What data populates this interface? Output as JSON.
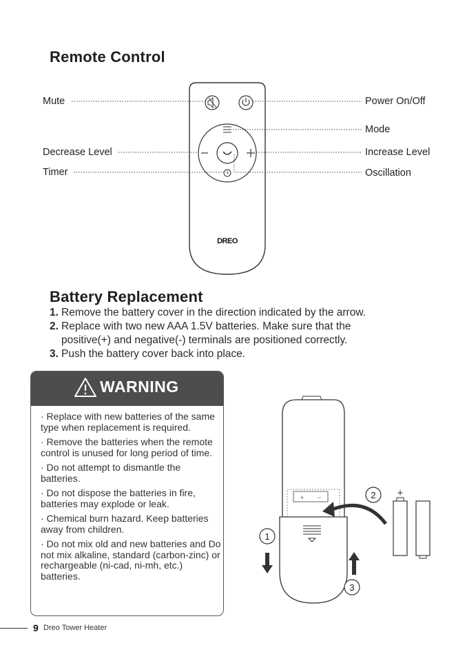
{
  "remote_section": {
    "title": "Remote Control",
    "labels": {
      "mute": "Mute",
      "power": "Power On/Off",
      "mode": "Mode",
      "decrease": "Decrease Level",
      "increase": "Increase Level",
      "timer": "Timer",
      "oscillation": "Oscillation"
    },
    "brand": "DREO"
  },
  "battery_section": {
    "title": "Battery Replacement",
    "steps": [
      {
        "num": "1.",
        "text": "Remove the battery cover in the direction indicated by the arrow."
      },
      {
        "num": "2.",
        "text": "Replace with two new AAA 1.5V batteries. Make sure that the",
        "text2": "positive(+) and negative(-) terminals are positioned correctly."
      },
      {
        "num": "3.",
        "text": "Push the battery cover back into place."
      }
    ]
  },
  "warning": {
    "title": "WARNING",
    "items": [
      "· Replace with new batteries of the same type when replacement is required.",
      "· Remove the batteries when the remote control is unused for long period of time.",
      "· Do not attempt to dismantle the batteries.",
      "· Do not dispose the batteries in fire, batteries may explode or leak.",
      "· Chemical burn hazard. Keep batteries away from children.",
      "· Do not mix old and new batteries and Do not mix alkaline, standard (carbon-zinc) or rechargeable (ni-cad, ni-mh, etc.) batteries."
    ]
  },
  "diagram": {
    "step1": "1",
    "step2": "2",
    "step3": "3",
    "plus": "+",
    "minus": "−",
    "compartment_plus": "+"
  },
  "footer": {
    "page_number": "9",
    "doc_title": "Dreo Tower Heater"
  },
  "colors": {
    "warning_header": "#4d4d4d",
    "text": "#222222"
  }
}
